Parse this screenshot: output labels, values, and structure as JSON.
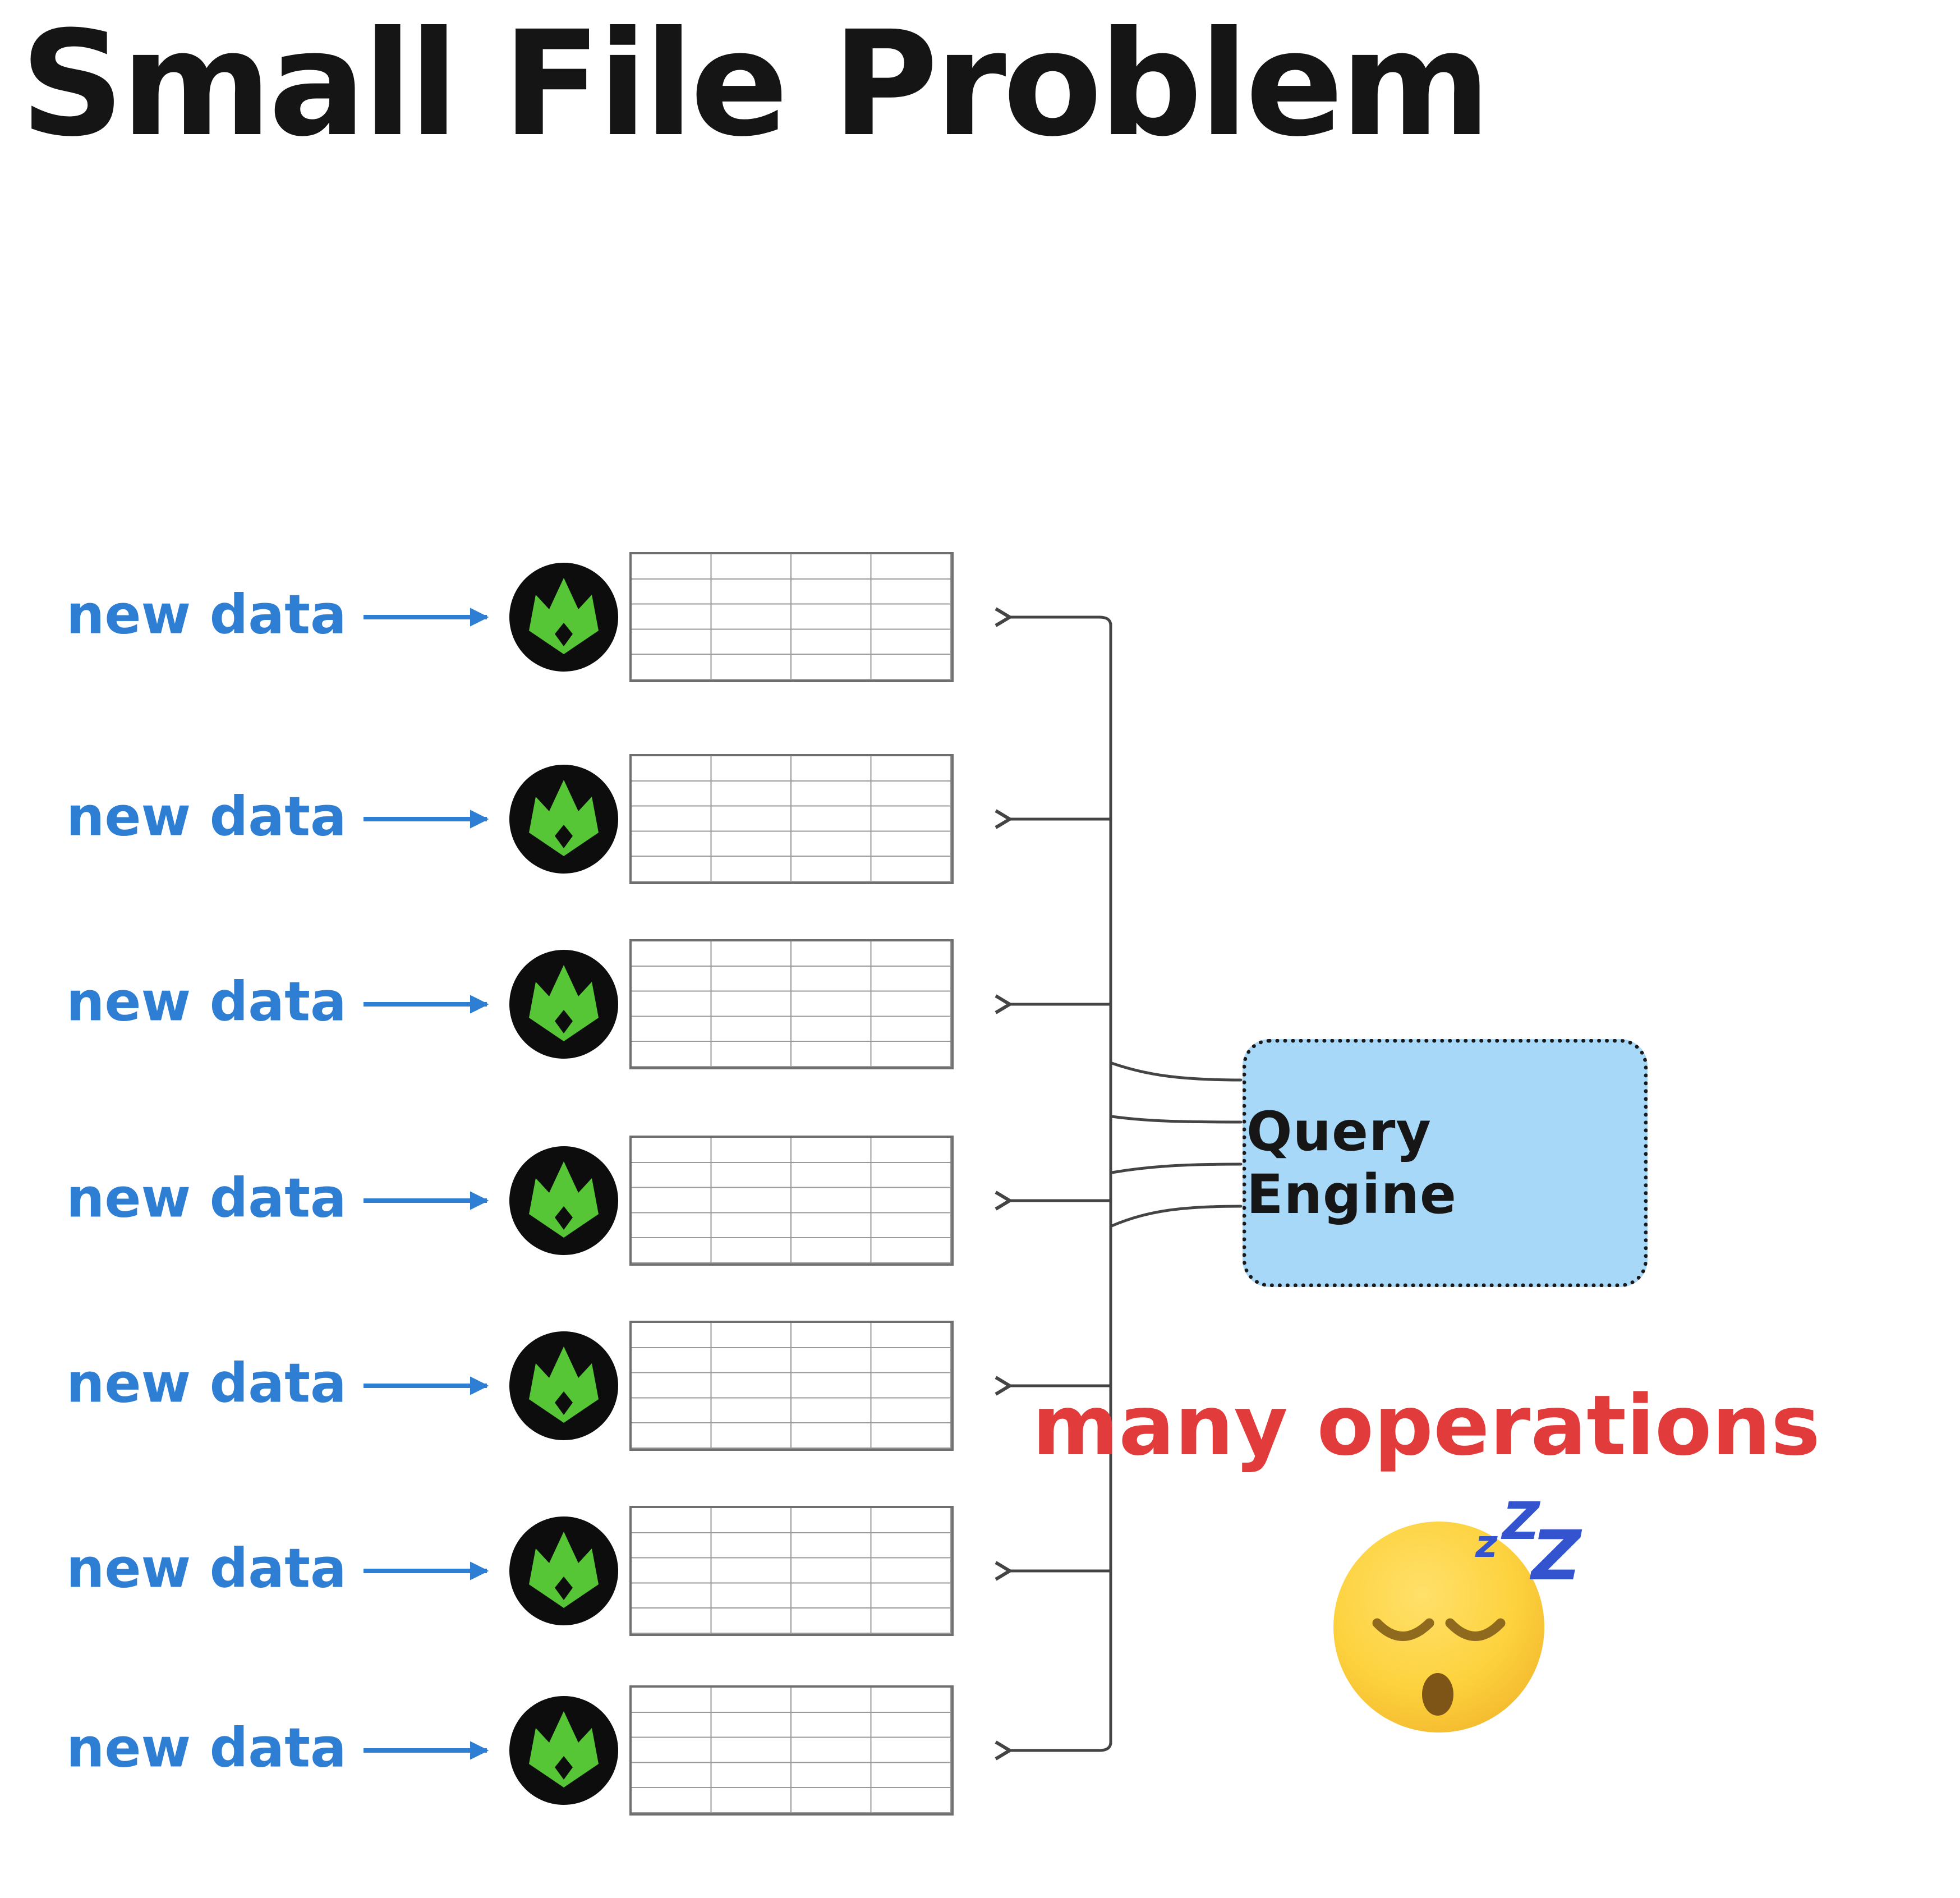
{
  "title": "Small File Problem",
  "rows": [
    {
      "label": "new data"
    },
    {
      "label": "new data"
    },
    {
      "label": "new data"
    },
    {
      "label": "new data"
    },
    {
      "label": "new data"
    },
    {
      "label": "new data"
    },
    {
      "label": "new data"
    }
  ],
  "query_engine": {
    "label": "Query Engine"
  },
  "annotation": {
    "text": "many operations"
  },
  "emoji": {
    "name": "sleeping-face",
    "zzz": [
      "z",
      "Z",
      "Z"
    ]
  },
  "file_grid": {
    "cols": 4,
    "rows": 5
  },
  "colors": {
    "label_blue": "#2e7fd4",
    "arrow_gray": "#444444",
    "engine_fill": "#a8d8f8",
    "engine_border": "#1a1a1a",
    "icon_green": "#56c636",
    "icon_bg": "#0d0d0d",
    "annotation_red": "#e23b3b",
    "zzz_blue": "#3353cf"
  }
}
